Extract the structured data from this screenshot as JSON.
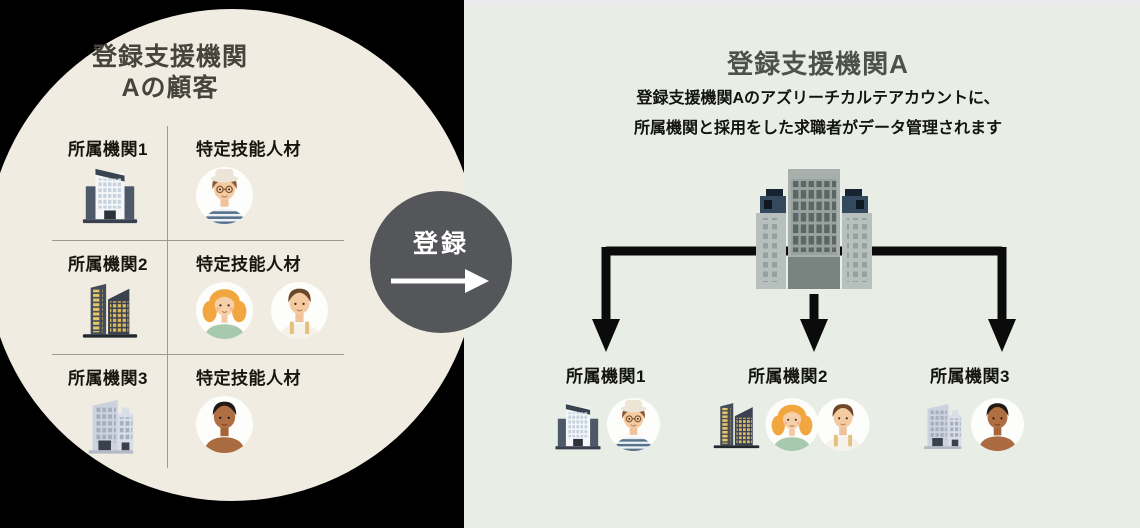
{
  "left": {
    "title_line1": "登録支援機関",
    "title_line2": "Aの顧客",
    "rows": [
      {
        "org": "所属機関1",
        "talent": "特定技能人材",
        "worker_count": 1
      },
      {
        "org": "所属機関2",
        "talent": "特定技能人材",
        "worker_count": 2
      },
      {
        "org": "所属機関3",
        "talent": "特定技能人材",
        "worker_count": 1
      }
    ]
  },
  "badge": {
    "label": "登録"
  },
  "right": {
    "title": "登録支援機関A",
    "description_line1": "登録支援機関Aのアズリーチカルテアカウントに、",
    "description_line2": "所属機関と採用をした求職者がデータ管理されます",
    "branches": [
      {
        "label": "所属機関1",
        "worker_count": 1
      },
      {
        "label": "所属機関2",
        "worker_count": 2
      },
      {
        "label": "所属機関3",
        "worker_count": 1
      }
    ]
  },
  "icons": {
    "building_dark_tower": "office-building-icon",
    "building_yellow_windows": "office-towers-night-icon",
    "building_light": "office-building-light-icon",
    "headquarters": "headquarters-building-icon",
    "worker_hat_man": "worker-avatar-hat-man",
    "worker_woman": "worker-avatar-woman",
    "worker_tank_man": "worker-avatar-man",
    "worker_dark_man": "worker-avatar-dark-man",
    "register_arrow": "right-arrow-icon",
    "branch_arrows": "down-branch-arrows"
  },
  "colors": {
    "left_background": "#000000",
    "customer_circle": "#f0ece2",
    "right_background": "#e8eee5",
    "badge_background": "#545659",
    "badge_text": "#ffffff",
    "right_title_text": "#4d514a",
    "body_text": "#16160f",
    "divider": "#9d9a8f",
    "connector": "#0b0b0b"
  }
}
